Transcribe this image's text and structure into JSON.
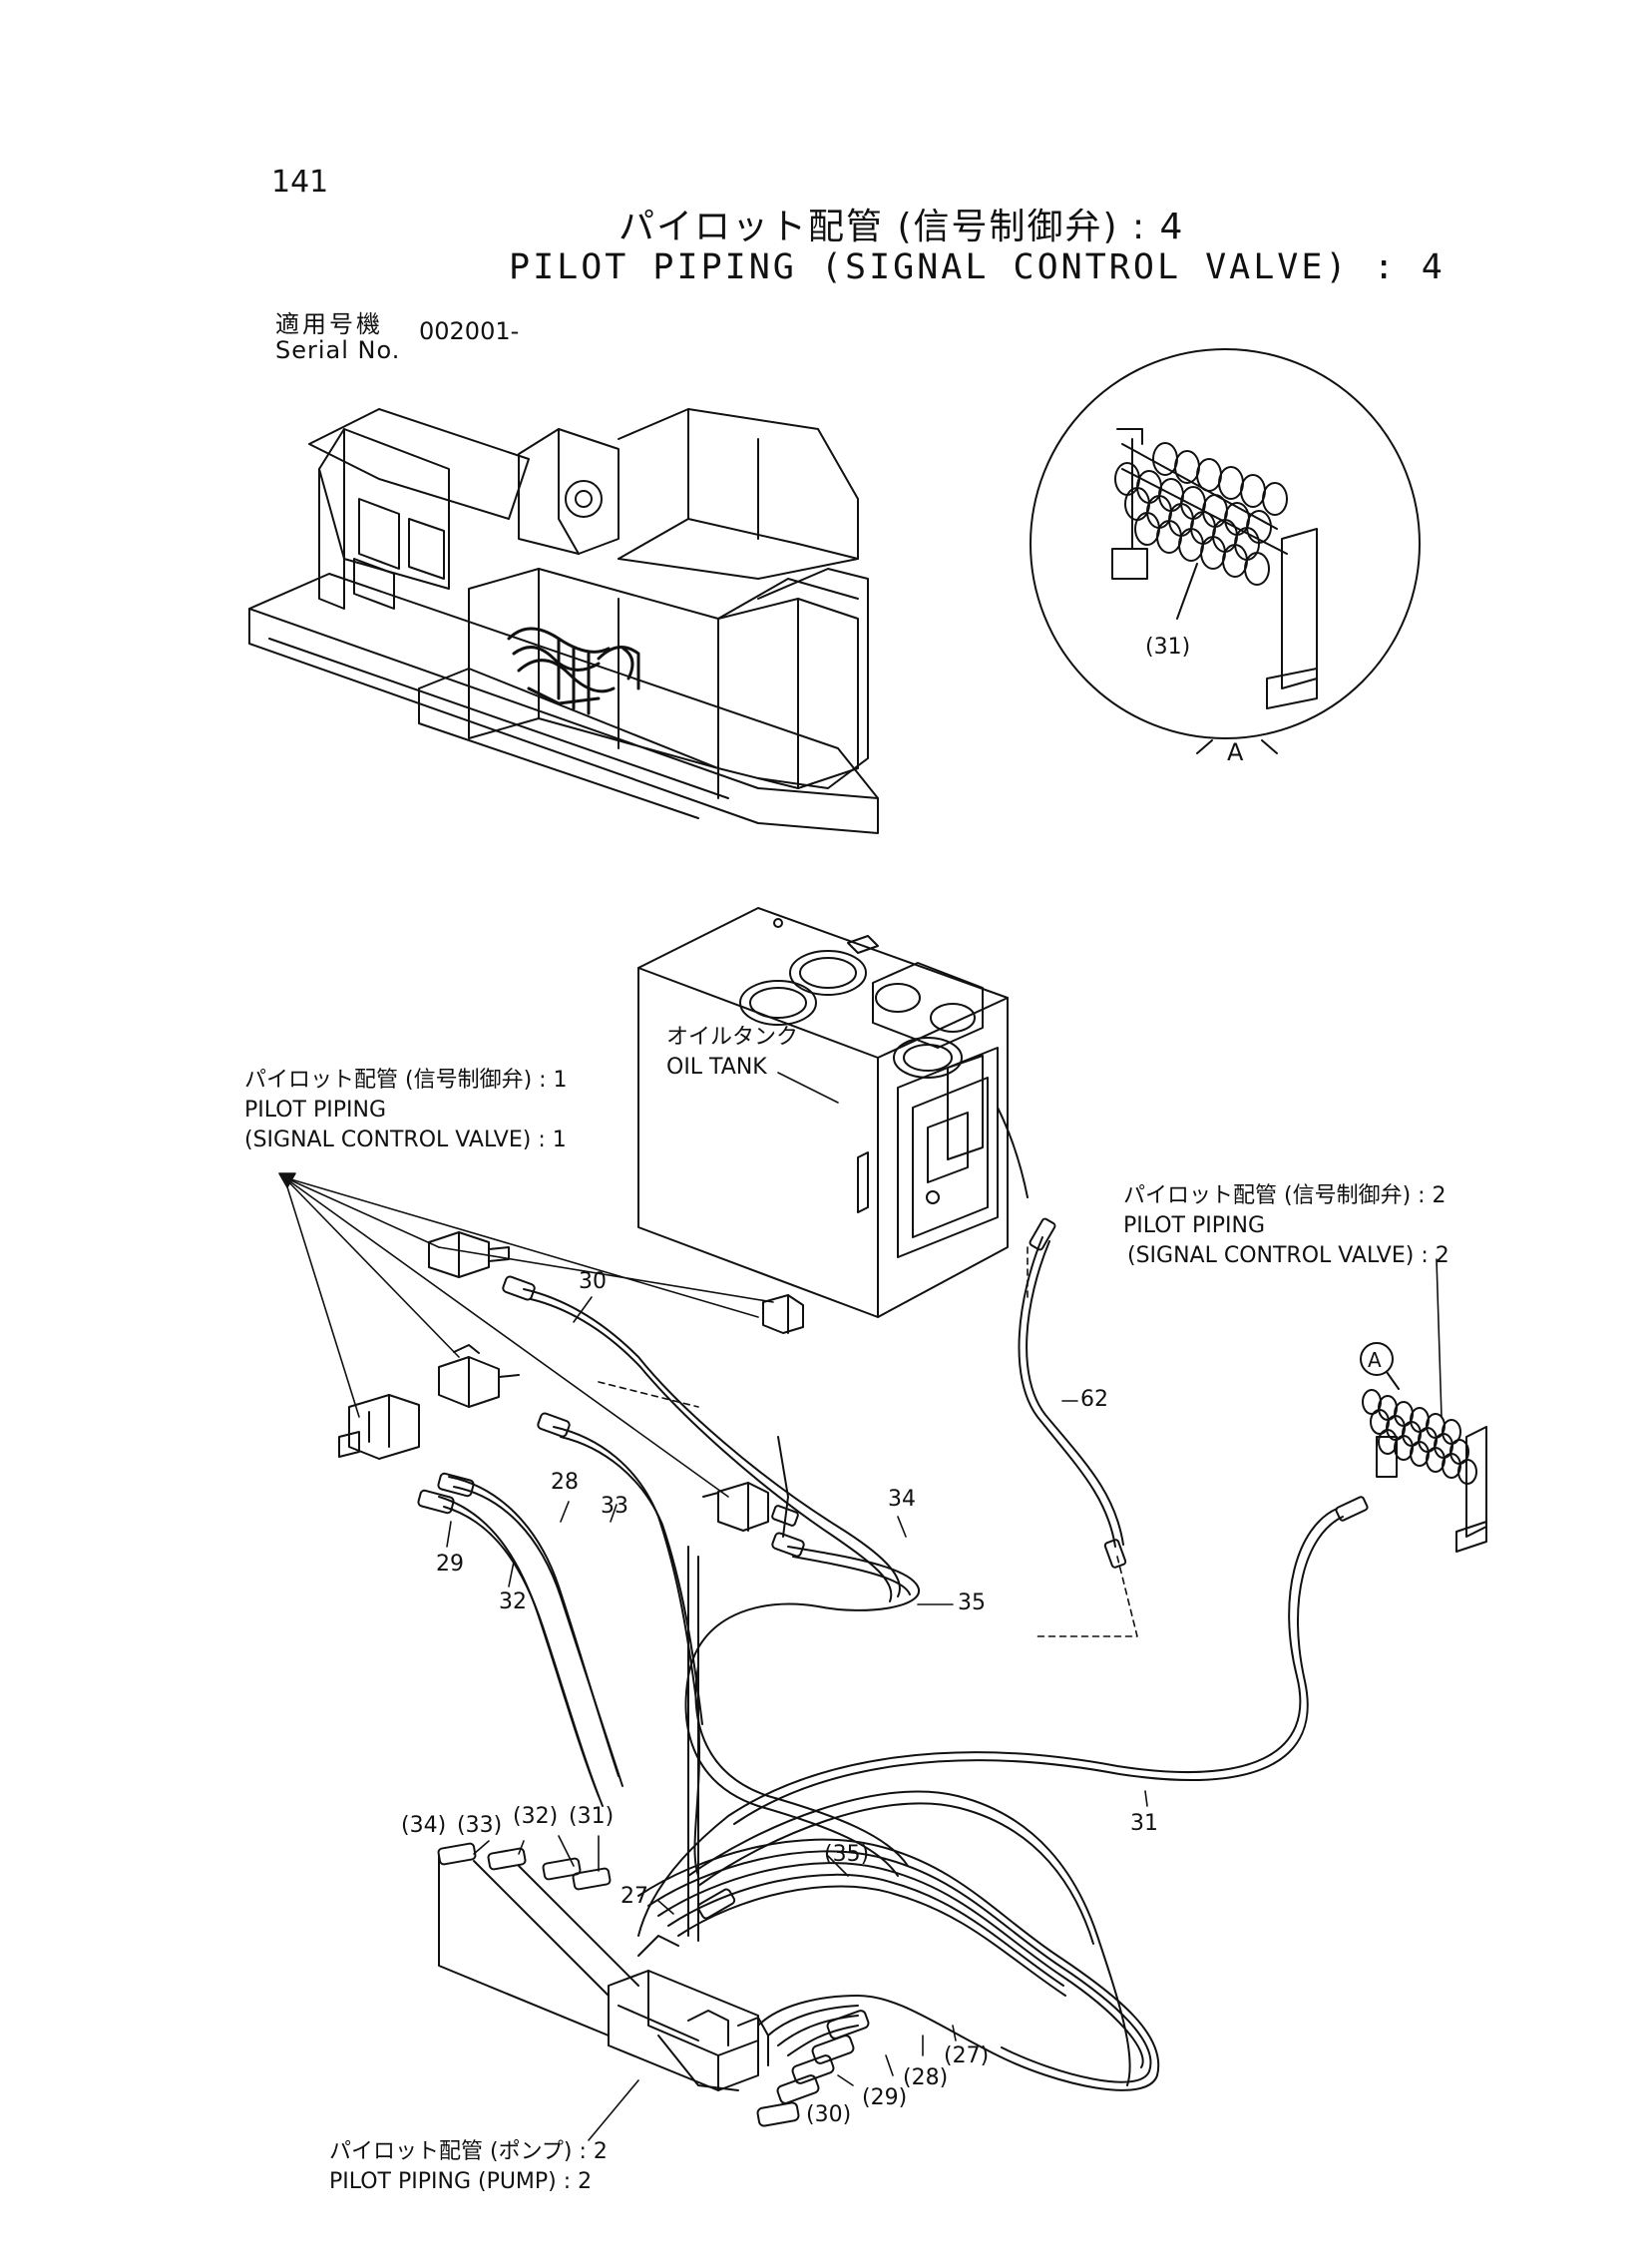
{
  "page_number": "141",
  "title_ja": "パイロット配管 (信号制御弁) : 4",
  "title_en": "PILOT PIPING (SIGNAL CONTROL VALVE) : 4",
  "serial": {
    "label_ja": "適用号機",
    "label_en": "Serial No.",
    "value": "002001-"
  },
  "detail": {
    "label": "A",
    "callout": "(31)"
  },
  "oil_tank": {
    "ja": "オイルタンク",
    "en": "OIL TANK"
  },
  "refs": {
    "signal_valve_1": {
      "ja": "パイロット配管 (信号制御弁) : 1",
      "en1": "PILOT PIPING",
      "en2": "(SIGNAL CONTROL VALVE) : 1"
    },
    "signal_valve_2": {
      "ja": "パイロット配管 (信号制御弁) : 2",
      "en1": "PILOT PIPING",
      "en2": "(SIGNAL CONTROL VALVE) : 2"
    },
    "pump_2": {
      "ja": "パイロット配管 (ポンプ) : 2",
      "en": "PILOT PIPING (PUMP) : 2"
    }
  },
  "part_numbers": {
    "p30": "30",
    "p62": "62",
    "p28": "28",
    "p33": "33",
    "p34": "34",
    "p29": "29",
    "p32": "32",
    "p35": "35",
    "p31": "31",
    "p27": "27",
    "p34b": "(34)",
    "p33b": "(33)",
    "p32b": "(32)",
    "p31b": "(31)",
    "p35b": "(35)",
    "p27b": "(27)",
    "p28b": "(28)",
    "p29b": "(29)",
    "p30b": "(30)",
    "detail_marker": "A"
  }
}
